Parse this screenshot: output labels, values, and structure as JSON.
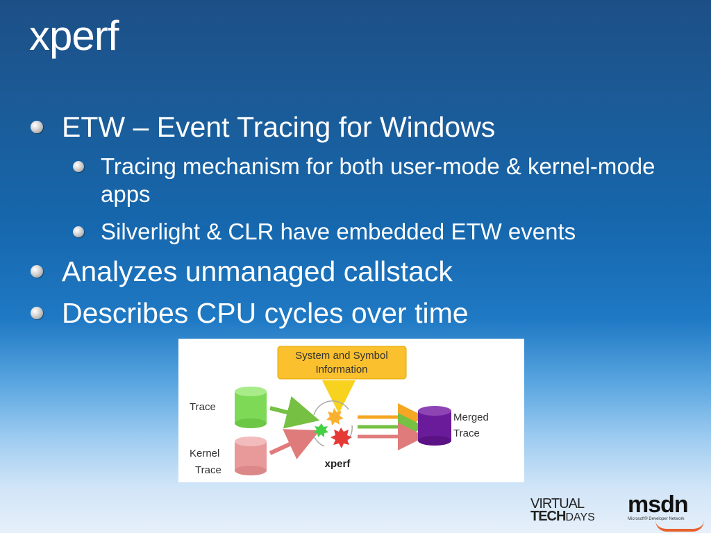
{
  "slide": {
    "title": "xperf"
  },
  "bullets": [
    {
      "level": 1,
      "text": "ETW – Event Tracing for Windows"
    },
    {
      "level": 2,
      "text": "Tracing mechanism for both user-mode & kernel-mode apps"
    },
    {
      "level": 2,
      "text": "Silverlight & CLR have embedded ETW events"
    },
    {
      "level": 1,
      "text": "Analyzes unmanaged callstack"
    },
    {
      "level": 1,
      "text": "Describes CPU cycles over time"
    }
  ],
  "diagram": {
    "system_box_line1": "System and Symbol",
    "system_box_line2": "Information",
    "trace_label": "Trace",
    "kernel_label_line1": "Kernel",
    "kernel_label_line2": "Trace",
    "xperf_label": "xperf",
    "merged_label_line1": "Merged",
    "merged_label_line2": "Trace",
    "colors": {
      "system_box": "#fbc02d",
      "trace_cylinder": "#7ed957",
      "kernel_cylinder": "#e88a8a",
      "merged_cylinder": "#6a1b9a",
      "arrow_orange": "#f5a623",
      "arrow_green": "#76c043",
      "arrow_pink": "#e07b7b",
      "star_red": "#e53935",
      "star_green": "#43d043",
      "star_orange": "#fbb030"
    }
  },
  "footer": {
    "virtual": "VIRTUAL",
    "tech": "TECH",
    "days": "DAYS",
    "msdn": "msdn",
    "msdn_sub": "Microsoft® Developer Network"
  },
  "theme": {
    "background_top": "#1d4f86",
    "background_bottom": "#e7f0fa",
    "text": "#ffffff"
  }
}
